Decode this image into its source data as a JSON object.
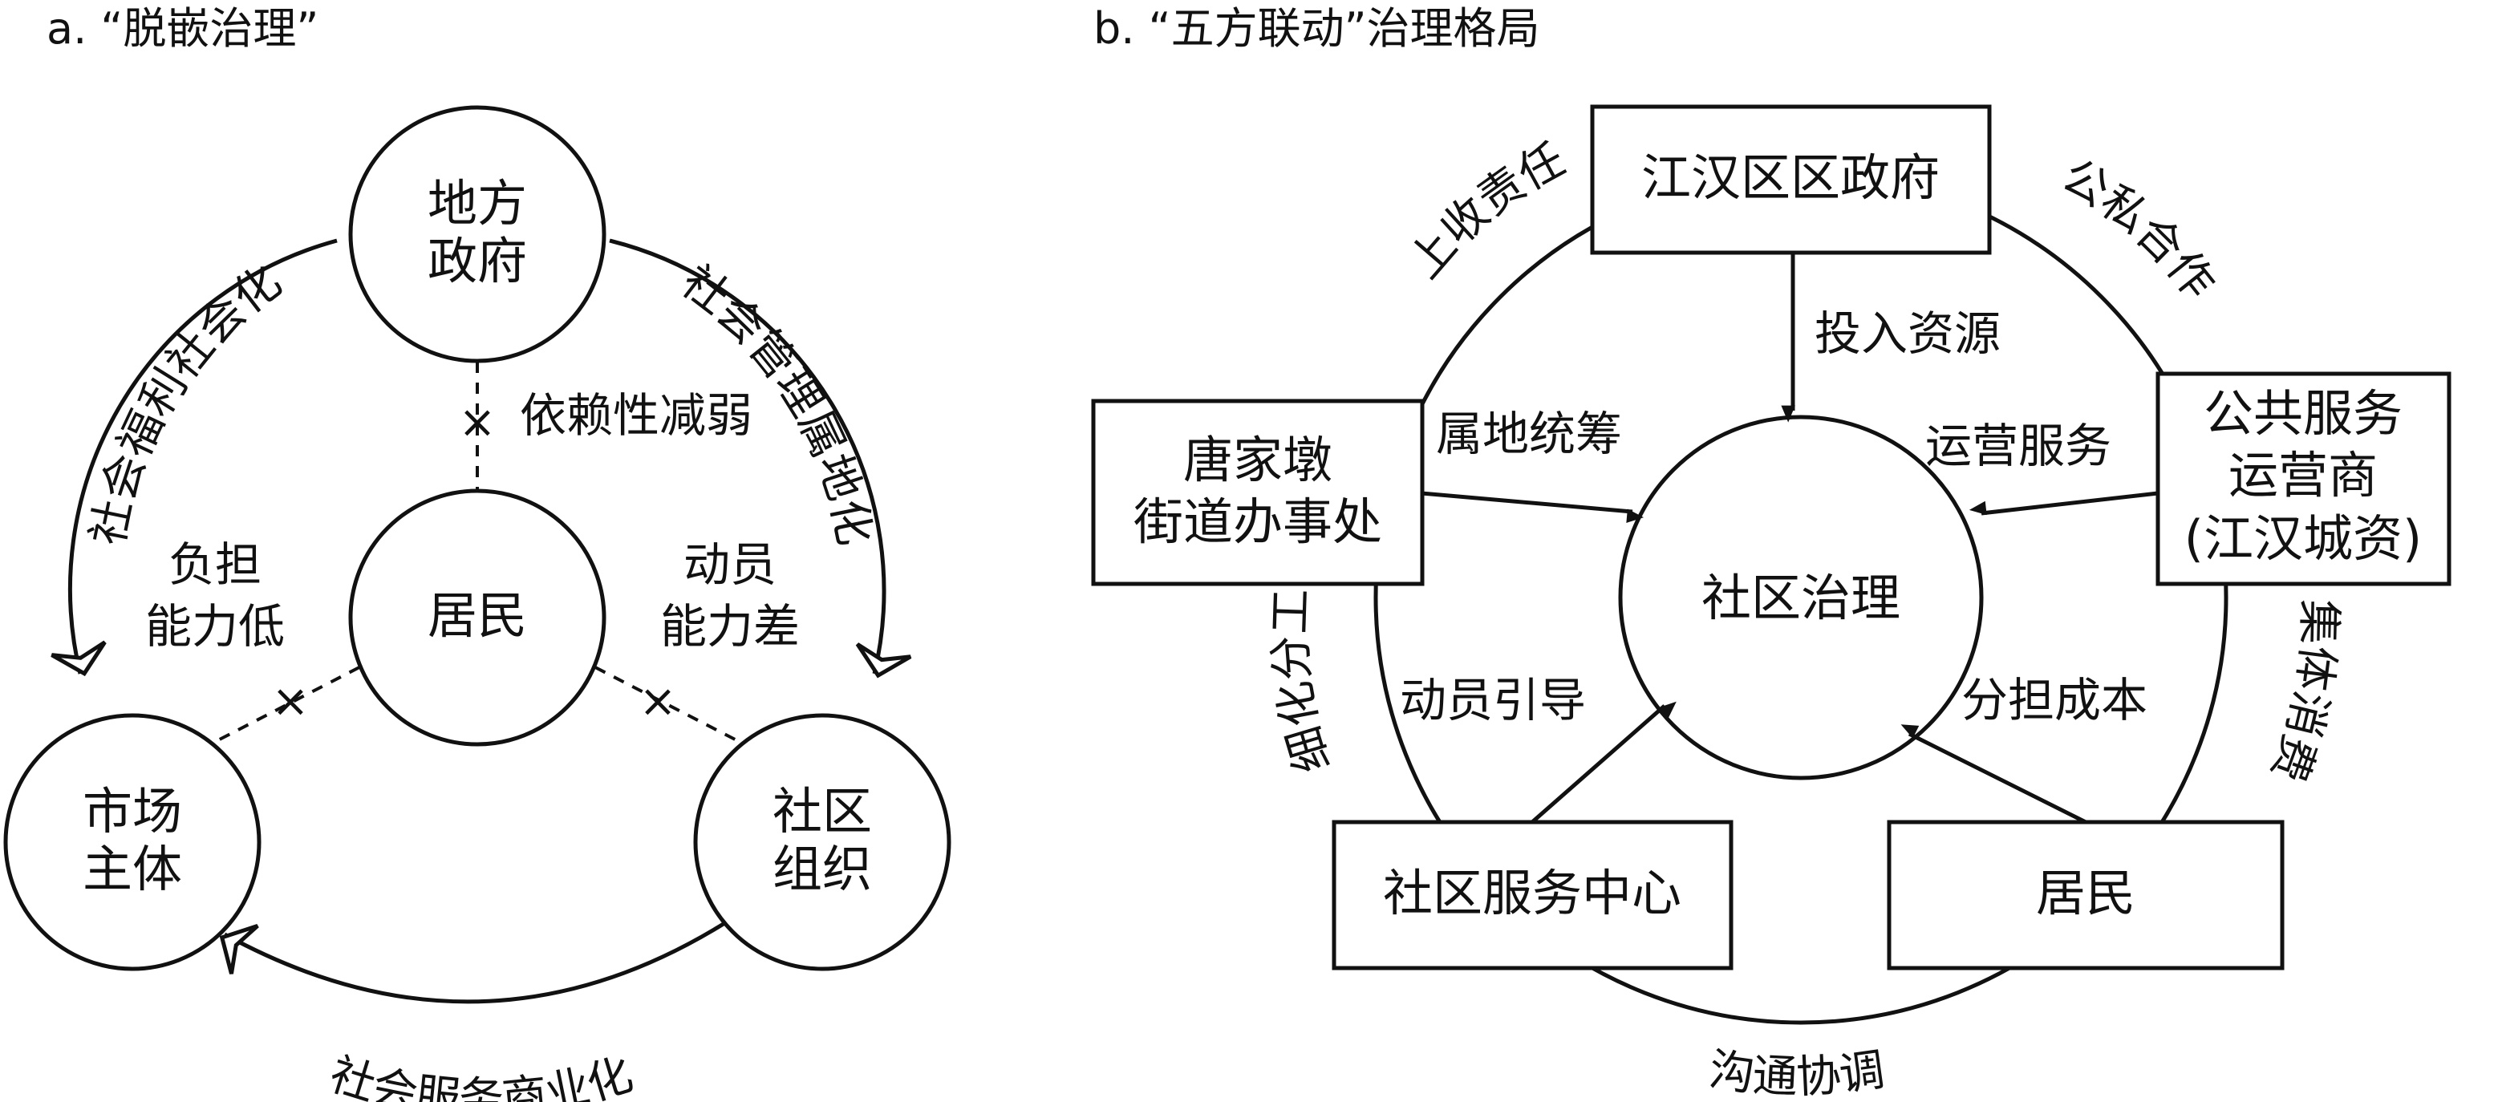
{
  "panel_a": {
    "heading": "a. “脱嵌治理”",
    "nodes": {
      "government": [
        "地方",
        "政府"
      ],
      "market": [
        "市场",
        "主体"
      ],
      "community_org": [
        "社区",
        "组织"
      ],
      "residents": "居民"
    },
    "arc_labels": {
      "left": "社会福利社会化",
      "right": "社会管理属地化",
      "bottom": "社会服务商业化"
    },
    "link_labels": {
      "top": "依赖性减弱",
      "left": [
        "负担",
        "能力低"
      ],
      "right": [
        "动员",
        "能力差"
      ]
    },
    "cut_mark": "×"
  },
  "panel_b": {
    "heading": "b. “五方联动”治理格局",
    "center": "社区治理",
    "boxes": {
      "district_gov": "江汉区区政府",
      "subdistrict": [
        "唐家墩",
        "街道办事处"
      ],
      "operator": [
        "公共服务",
        "运营商",
        "(江汉城资)"
      ],
      "service_center": "社区服务中心",
      "residents": "居民"
    },
    "arrow_labels": {
      "top": "投入资源",
      "left": "属地统筹",
      "right": "运营服务",
      "bottom_left": "动员引导",
      "bottom_right": "分担成本"
    },
    "arc_labels": {
      "top_left": "上收责任",
      "top_right": "公私合作",
      "left": "细化分工",
      "right": "集体消费",
      "bottom": "沟通协调"
    }
  }
}
